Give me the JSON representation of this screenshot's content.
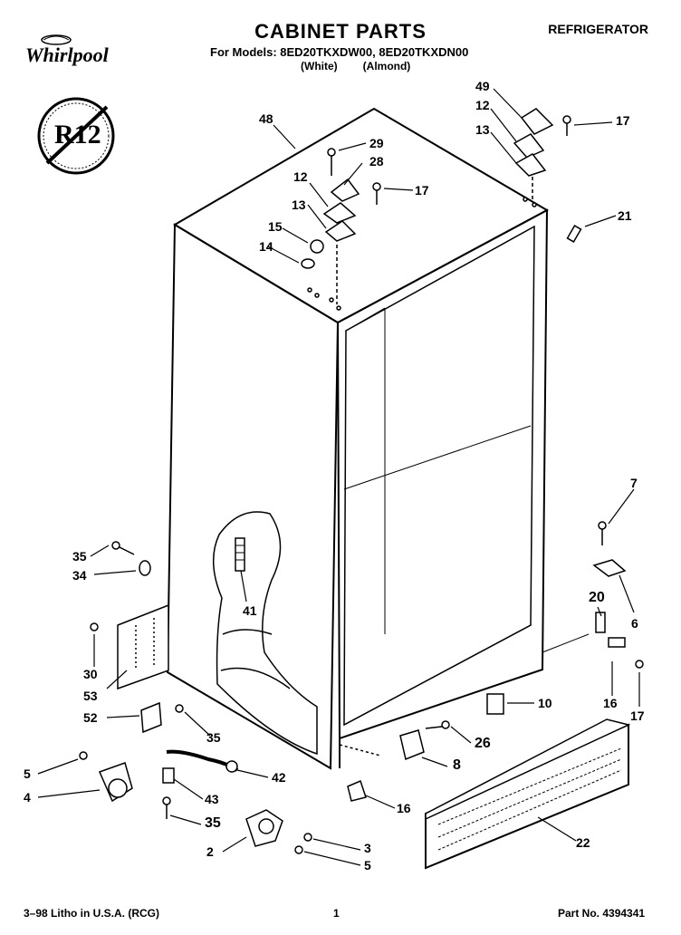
{
  "header": {
    "brand": "Whirlpool",
    "title": "CABINET PARTS",
    "appliance": "REFRIGERATOR",
    "models_line": "For Models: 8ED20TKXDW00, 8ED20TKXDN00",
    "colors_line": "(White)   (Almond)"
  },
  "badge": {
    "text": "R12"
  },
  "footer": {
    "litho": "3–98 Litho in U.S.A. (RCG)",
    "page": "1",
    "part_no": "Part No. 4394341"
  },
  "callouts": {
    "c49": "49",
    "c12a": "12",
    "c13a": "13",
    "c17a": "17",
    "c48": "48",
    "c29": "29",
    "c28": "28",
    "c12b": "12",
    "c17b": "17",
    "c13b": "13",
    "c15": "15",
    "c14": "14",
    "c21": "21",
    "c7": "7",
    "c35a": "35",
    "c34": "34",
    "c41": "41",
    "c20": "20",
    "c6": "6",
    "c30": "30",
    "c53": "53",
    "c16a": "16",
    "c17c": "17",
    "c10": "10",
    "c52": "52",
    "c35b": "35",
    "c26": "26",
    "c8": "8",
    "c5a": "5",
    "c42": "42",
    "c4": "4",
    "c43": "43",
    "c16b": "16",
    "c35c": "35",
    "c22": "22",
    "c2": "2",
    "c3": "3",
    "c5b": "5"
  }
}
